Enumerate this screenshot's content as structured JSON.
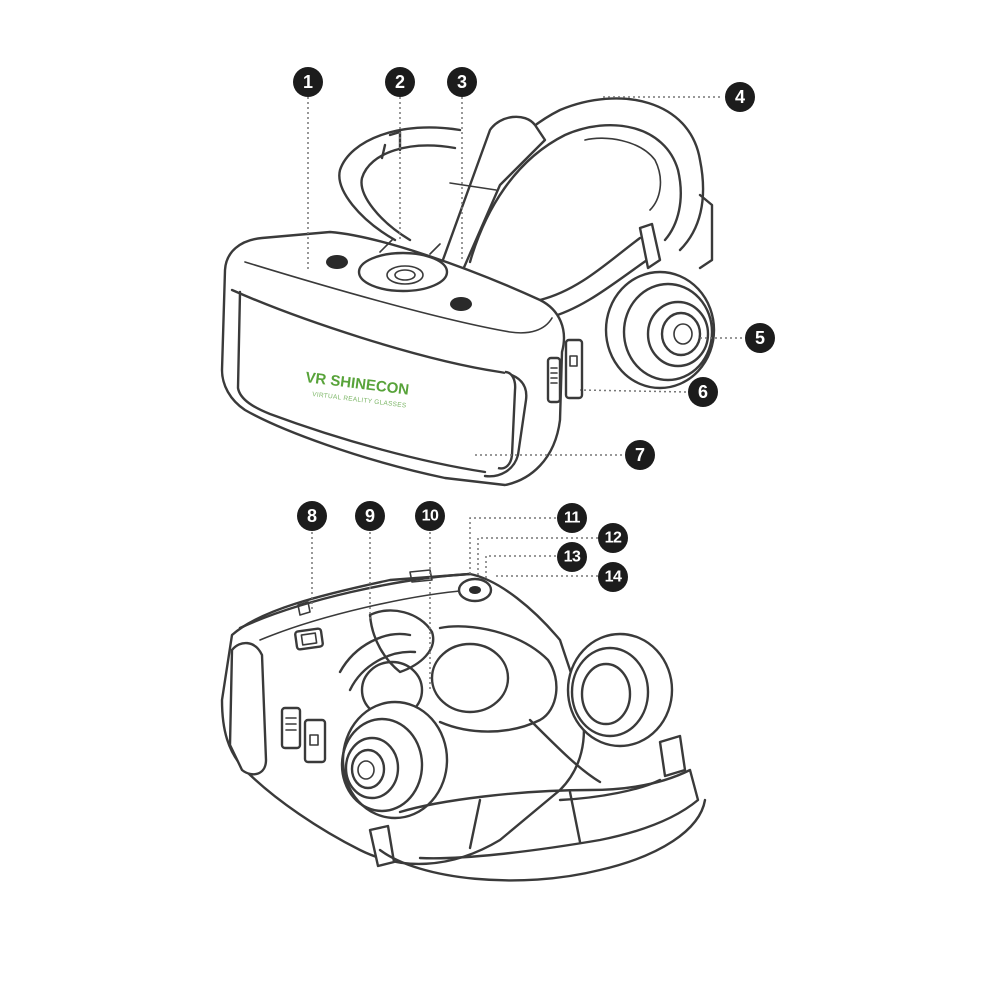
{
  "device": {
    "brand_logo": "VR SHINECON",
    "brand_tagline": "VIRTUAL REALITY GLASSES"
  },
  "callouts": [
    "1",
    "2",
    "3",
    "4",
    "5",
    "6",
    "7",
    "8",
    "9",
    "10",
    "11",
    "12",
    "13",
    "14"
  ],
  "colors": {
    "line": "#3a3a3a",
    "badge": "#1c1c1c",
    "brand_green": "#58a33a",
    "background": "#ffffff"
  }
}
